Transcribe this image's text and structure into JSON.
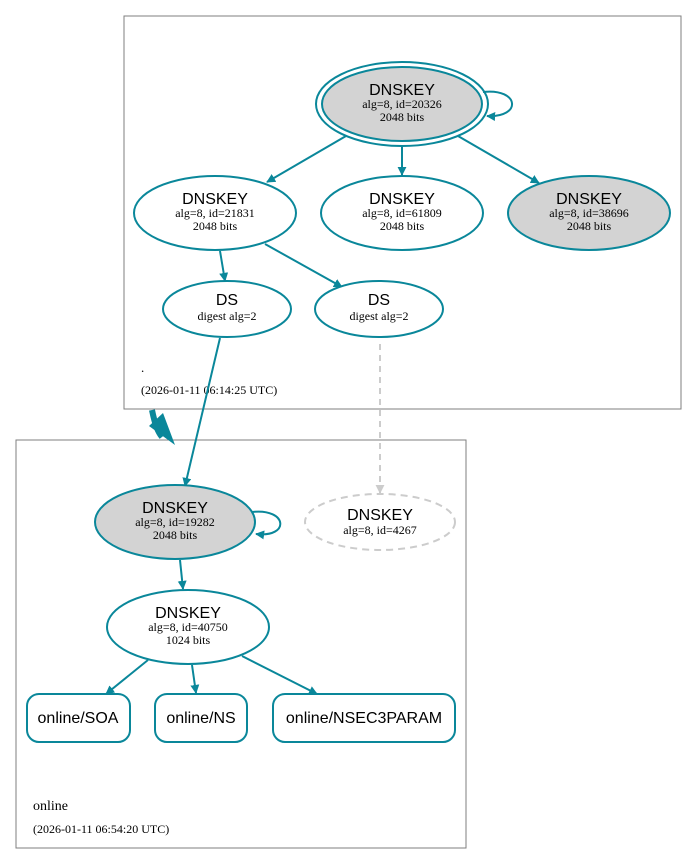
{
  "colors": {
    "edge": "#0a879a",
    "edge_missing": "#cccccc",
    "node_fill_ksk": "#d3d3d3",
    "zone_border": "#7f7f7f"
  },
  "zones": {
    "root": {
      "name": ".",
      "timestamp": "(2026-01-11 06:14:25 UTC)"
    },
    "online": {
      "name": "online",
      "timestamp": "(2026-01-11 06:54:20 UTC)"
    }
  },
  "nodes": {
    "root_ksk": {
      "title": "DNSKEY",
      "line1": "alg=8, id=20326",
      "line2": "2048 bits"
    },
    "root_zsk1": {
      "title": "DNSKEY",
      "line1": "alg=8, id=21831",
      "line2": "2048 bits"
    },
    "root_zsk2": {
      "title": "DNSKEY",
      "line1": "alg=8, id=61809",
      "line2": "2048 bits"
    },
    "root_ksk2": {
      "title": "DNSKEY",
      "line1": "alg=8, id=38696",
      "line2": "2048 bits"
    },
    "ds1": {
      "title": "DS",
      "line1": "digest alg=2"
    },
    "ds2": {
      "title": "DS",
      "line1": "digest alg=2"
    },
    "online_ksk": {
      "title": "DNSKEY",
      "line1": "alg=8, id=19282",
      "line2": "2048 bits"
    },
    "online_missing": {
      "title": "DNSKEY",
      "line1": "alg=8, id=4267"
    },
    "online_zsk": {
      "title": "DNSKEY",
      "line1": "alg=8, id=40750",
      "line2": "1024 bits"
    },
    "rr_soa": {
      "label": "online/SOA"
    },
    "rr_ns": {
      "label": "online/NS"
    },
    "rr_nsec3param": {
      "label": "online/NSEC3PARAM"
    }
  }
}
